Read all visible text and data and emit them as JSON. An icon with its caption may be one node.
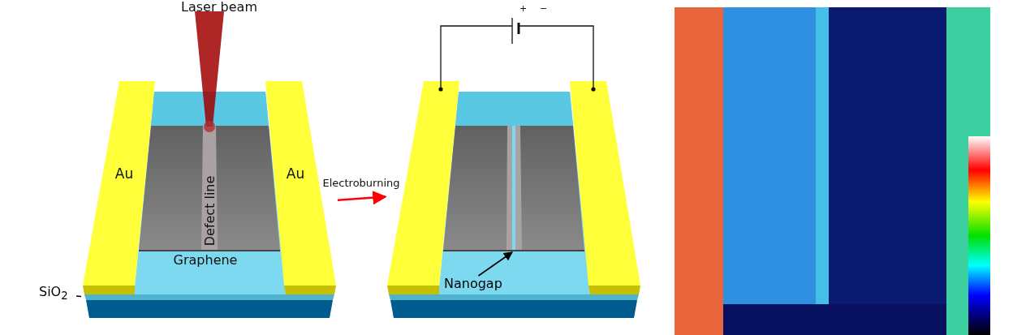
{
  "diagram": {
    "nodes": [
      {
        "text": [],
        "shape": "picture"
      },
      {
        "text": [],
        "shape": "picture",
        "beside": [
          "+",
          "−"
        ]
      },
      {
        "text": [
          "SiO$_{2}$"
        ]
      },
      {
        "text": [
          "Nanogap"
        ],
        "in": 1
      }
    ],
    "edges": [
      {
        "from": 0,
        "to": 1,
        "arrow": "to",
        "label": "Electroburning",
        "color": "#ff0000"
      },
      {
        "from": 2,
        "to": 0,
        "arrow": "none",
        "color": "#000000"
      },
      {
        "from": 3,
        "to": null,
        "arrow": "to",
        "color": "#000000"
      }
    ],
    "labels": [
      "Laser beam",
      "Au",
      "Defect line",
      "Au",
      "Graphene"
    ]
  }
}
